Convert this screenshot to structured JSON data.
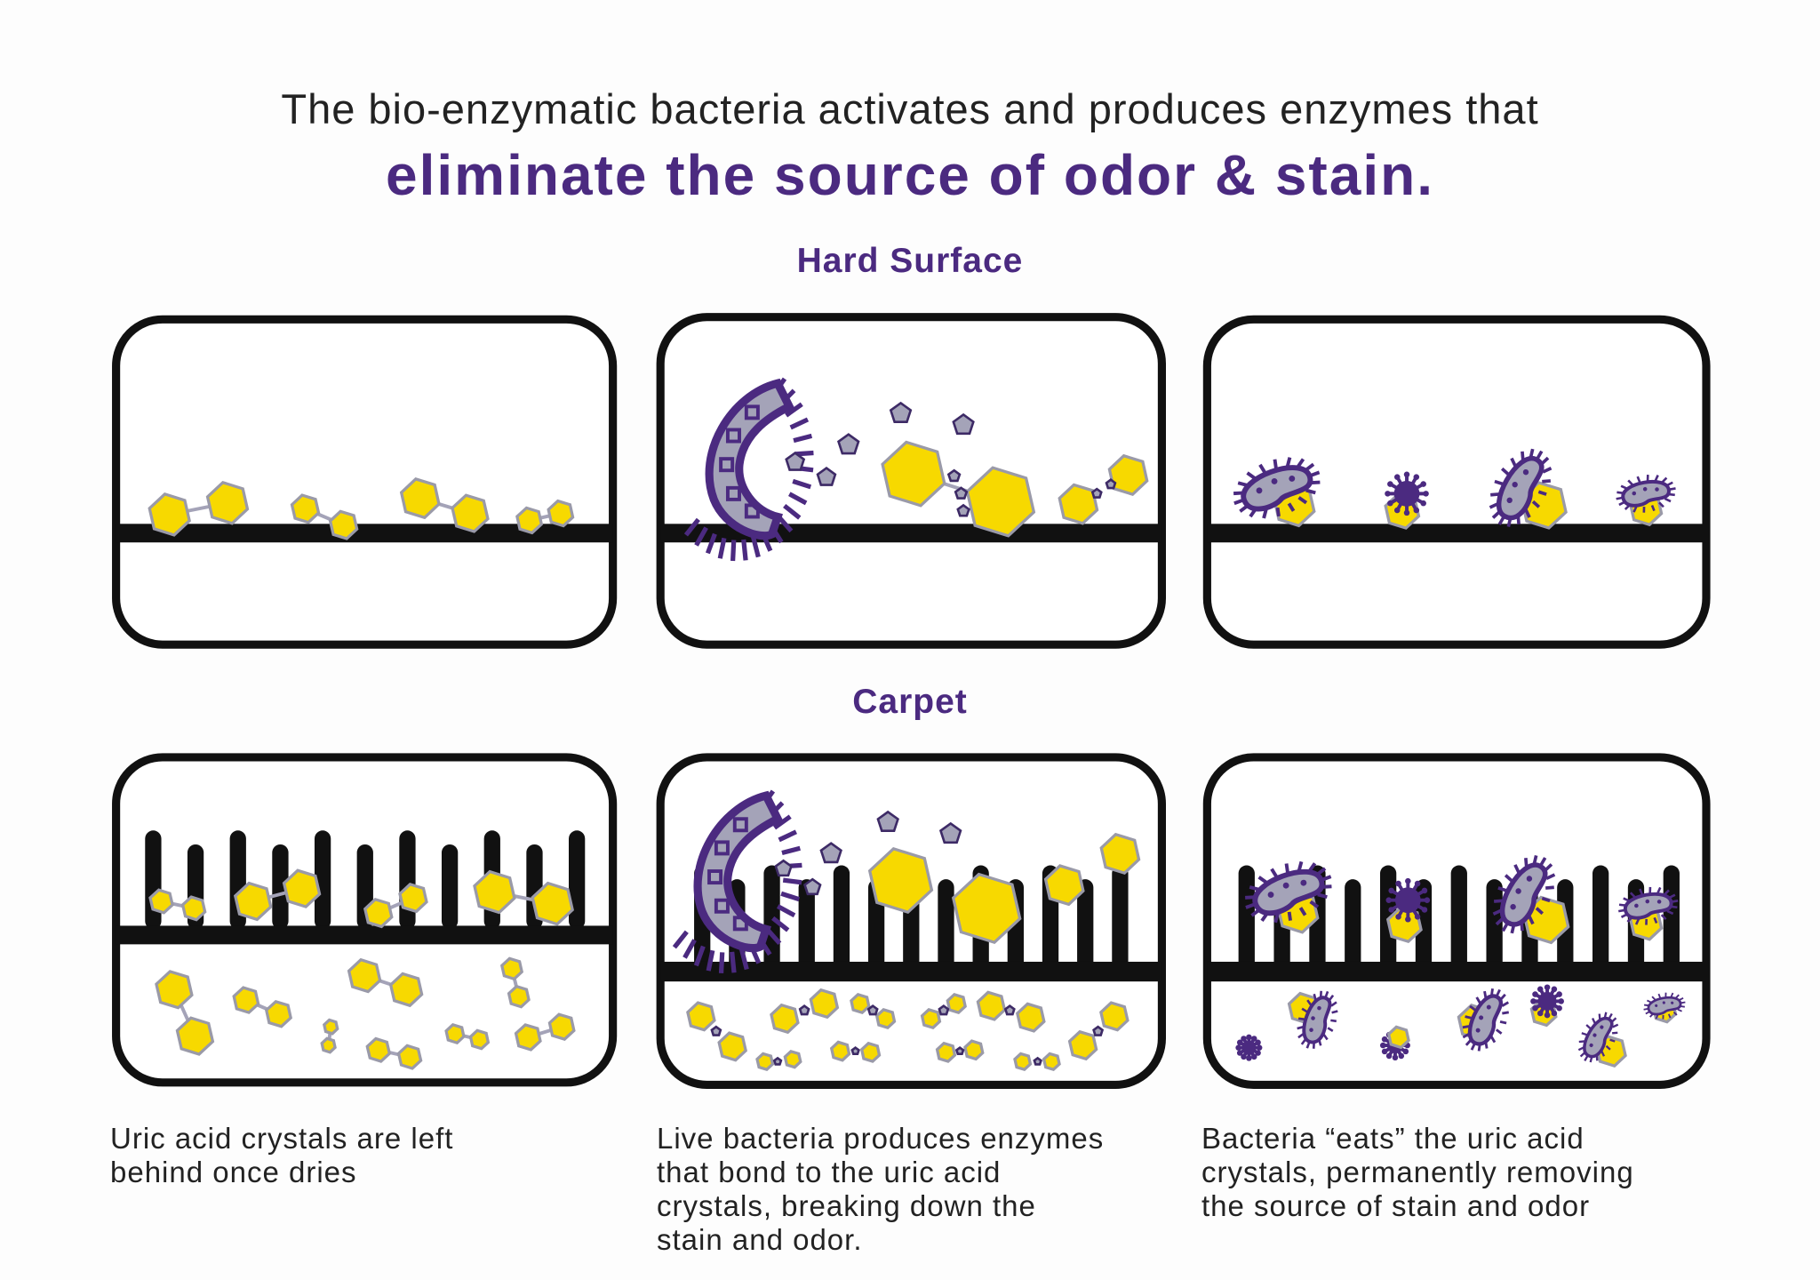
{
  "headline": {
    "line1": "The bio-enzymatic bacteria activates and produces enzymes that",
    "line2": "eliminate the source of odor & stain."
  },
  "sections": [
    {
      "title": "Hard Surface"
    },
    {
      "title": "Carpet"
    }
  ],
  "captions": [
    {
      "lines": [
        "Uric acid crystals are left",
        "behind once dries"
      ]
    },
    {
      "lines": [
        "Live bacteria produces enzymes",
        "that bond to the uric acid",
        "crystals, breaking down the",
        "stain and odor."
      ]
    },
    {
      "lines": [
        "Bacteria “eats” the uric acid",
        "crystals, permanently removing",
        "the source of stain and odor"
      ]
    }
  ],
  "colors": {
    "accent": "#4b2a80",
    "crystal": "#f7d900",
    "enzyme": "#a4a3b8",
    "frame": "#111111"
  }
}
